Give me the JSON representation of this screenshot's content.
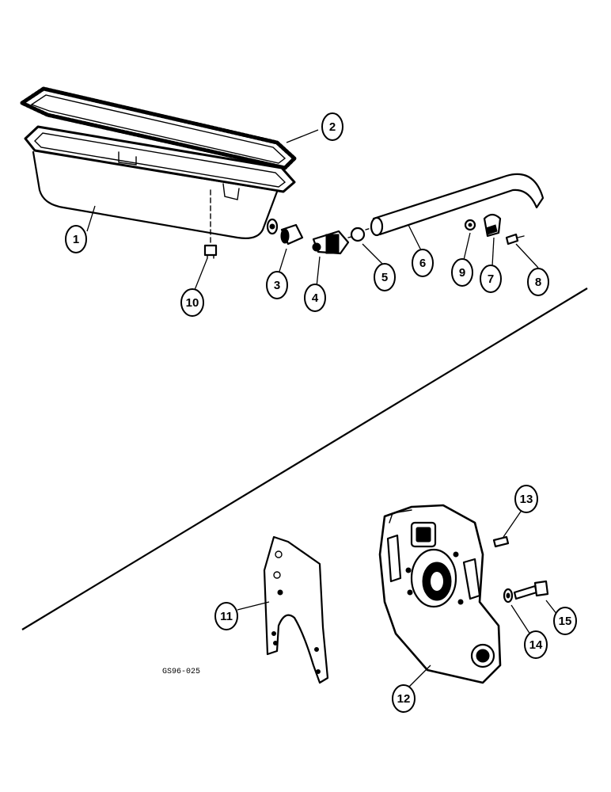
{
  "figure": {
    "reference_code": "GS96-025"
  },
  "callouts": [
    {
      "id": "1",
      "label": "1"
    },
    {
      "id": "2",
      "label": "2"
    },
    {
      "id": "3",
      "label": "3"
    },
    {
      "id": "4",
      "label": "4"
    },
    {
      "id": "5",
      "label": "5"
    },
    {
      "id": "6",
      "label": "6"
    },
    {
      "id": "7",
      "label": "7"
    },
    {
      "id": "8",
      "label": "8"
    },
    {
      "id": "9",
      "label": "9"
    },
    {
      "id": "10",
      "label": "10"
    },
    {
      "id": "11",
      "label": "11"
    },
    {
      "id": "12",
      "label": "12"
    },
    {
      "id": "13",
      "label": "13"
    },
    {
      "id": "14",
      "label": "14"
    },
    {
      "id": "15",
      "label": "15"
    }
  ]
}
